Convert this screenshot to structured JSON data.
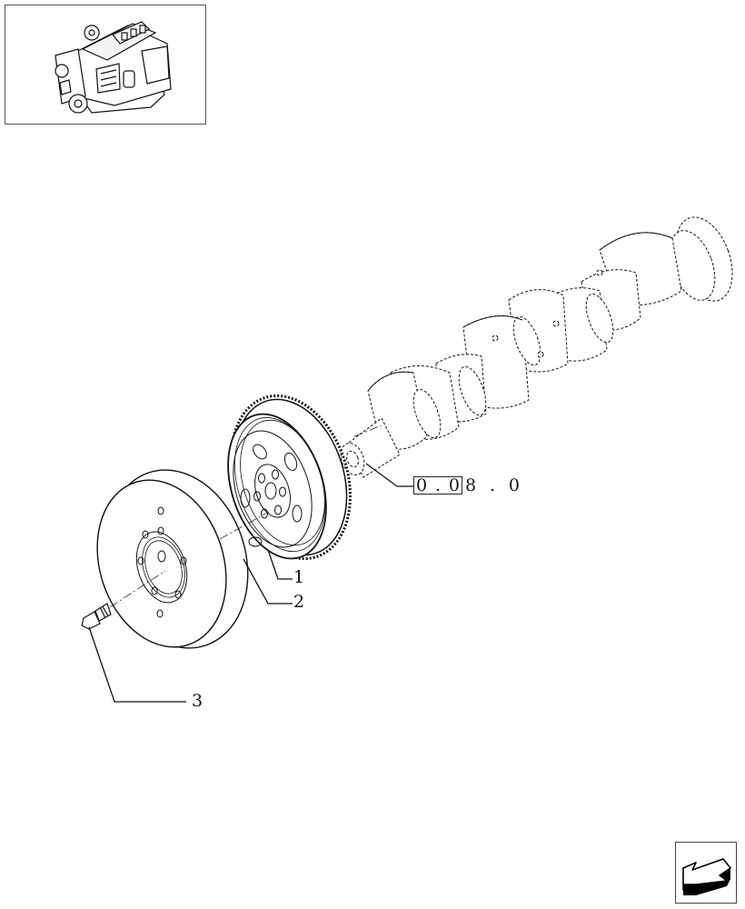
{
  "thumbnail": {
    "subject": "engine-assembly-overview",
    "description": "Engine thumbnail"
  },
  "diagram": {
    "parts": [
      {
        "id": "1",
        "label": "1",
        "name": "pulley"
      },
      {
        "id": "2",
        "label": "2",
        "name": "vibration-damper"
      },
      {
        "id": "3",
        "label": "3",
        "name": "screw"
      }
    ],
    "reference": {
      "boxed": [
        "0",
        ".",
        "0"
      ],
      "tail": [
        "8",
        ".",
        "0"
      ],
      "target": "crankshaft"
    }
  },
  "navigation": {
    "icon": "arrow-back-left-icon"
  },
  "colors": {
    "line": "#111111",
    "background": "#ffffff",
    "frame": "#555555"
  }
}
